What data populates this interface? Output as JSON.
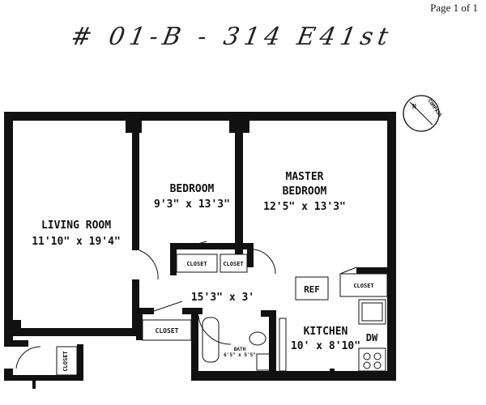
{
  "header": {
    "page": "Page 1 of 1",
    "handwritten_note": "# 01-B - 314 E41st"
  },
  "compass": {
    "label": "COMPASS",
    "north": "N"
  },
  "rooms": {
    "living": {
      "name": "LIVING ROOM",
      "size": "11'10\" x 19'4\""
    },
    "bedroom": {
      "name": "BEDROOM",
      "size": "9'3\" x 13'3\""
    },
    "master": {
      "name1": "MASTER",
      "name2": "BEDROOM",
      "size": "12'5\" x 13'3\""
    },
    "hall": {
      "size": "15'3\" x 3'"
    },
    "kitchen": {
      "name": "KITCHEN",
      "size": "10' x 8'10\""
    },
    "bath": {
      "name": "BATH",
      "size": "6'5\" x 5'5\""
    }
  },
  "fixtures": {
    "closet": "CLOSET",
    "ref": "REF",
    "dw": "DW"
  }
}
